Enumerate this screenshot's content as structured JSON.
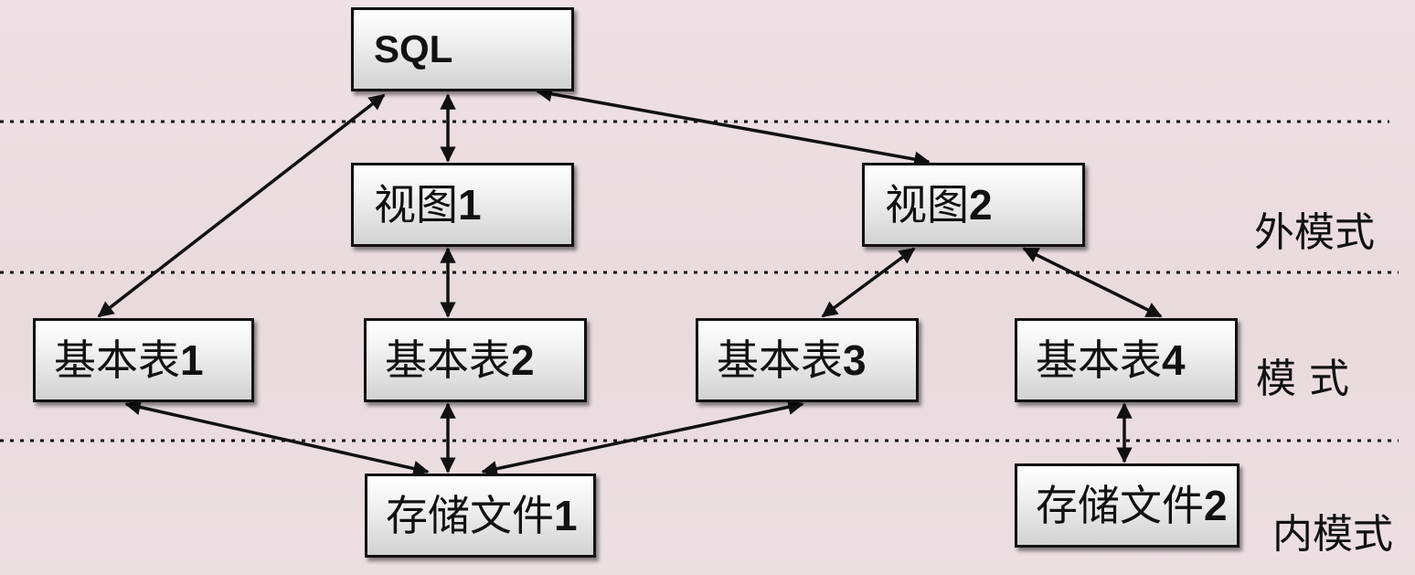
{
  "diagram": {
    "nodes": {
      "sql": {
        "text": "SQL"
      },
      "view1": {
        "text": "视图",
        "num": "1"
      },
      "view2": {
        "text": "视图",
        "num": "2"
      },
      "table1": {
        "text": "基本表",
        "num": "1"
      },
      "table2": {
        "text": "基本表",
        "num": "2"
      },
      "table3": {
        "text": "基本表",
        "num": "3"
      },
      "table4": {
        "text": "基本表",
        "num": "4"
      },
      "file1": {
        "text": "存储文件",
        "num": "1"
      },
      "file2": {
        "text": "存储文件",
        "num": "2"
      }
    },
    "levels": {
      "external": "外模式",
      "conceptual": "模 式",
      "internal": "内模式"
    },
    "edges": [
      {
        "from": "sql",
        "to": "view1",
        "bidirectional": true
      },
      {
        "from": "sql",
        "to": "table1",
        "bidirectional": true
      },
      {
        "from": "sql",
        "to": "view2",
        "bidirectional": true
      },
      {
        "from": "view1",
        "to": "table2",
        "bidirectional": true
      },
      {
        "from": "view2",
        "to": "table3",
        "bidirectional": true
      },
      {
        "from": "view2",
        "to": "table4",
        "bidirectional": true
      },
      {
        "from": "table1",
        "to": "file1",
        "bidirectional": true
      },
      {
        "from": "table2",
        "to": "file1",
        "bidirectional": true
      },
      {
        "from": "table3",
        "to": "file1",
        "bidirectional": true
      },
      {
        "from": "table4",
        "to": "file2",
        "bidirectional": true
      }
    ]
  }
}
